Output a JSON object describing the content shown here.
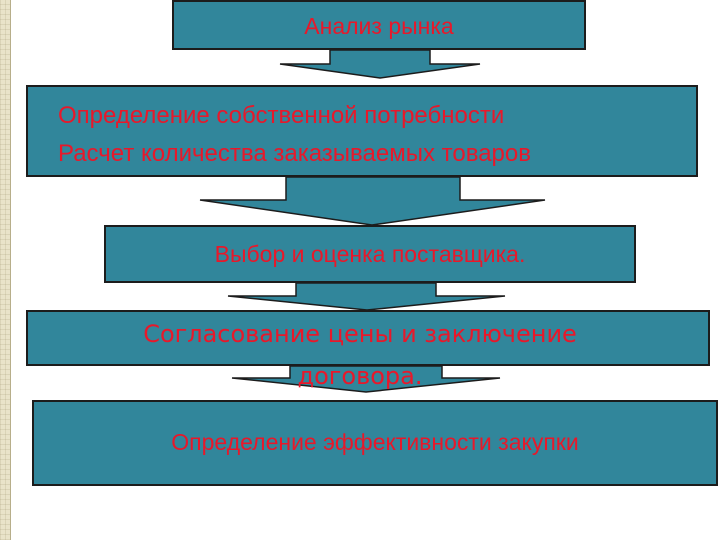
{
  "diagram": {
    "steps": [
      {
        "label": "Анализ рынка"
      },
      {
        "lines": [
          "Определение собственной потребности",
          "Расчет количества заказываемых товаров"
        ]
      },
      {
        "label": "Выбор и оценка поставщика."
      },
      {
        "lines": [
          "Согласование цены и заключение",
          "договора."
        ]
      },
      {
        "label": "Определение эффективности закупки"
      }
    ]
  },
  "colors": {
    "box_fill": "#31869b",
    "text": "#e8182a",
    "border": "#1c1c1c",
    "background": "#ffffff"
  }
}
